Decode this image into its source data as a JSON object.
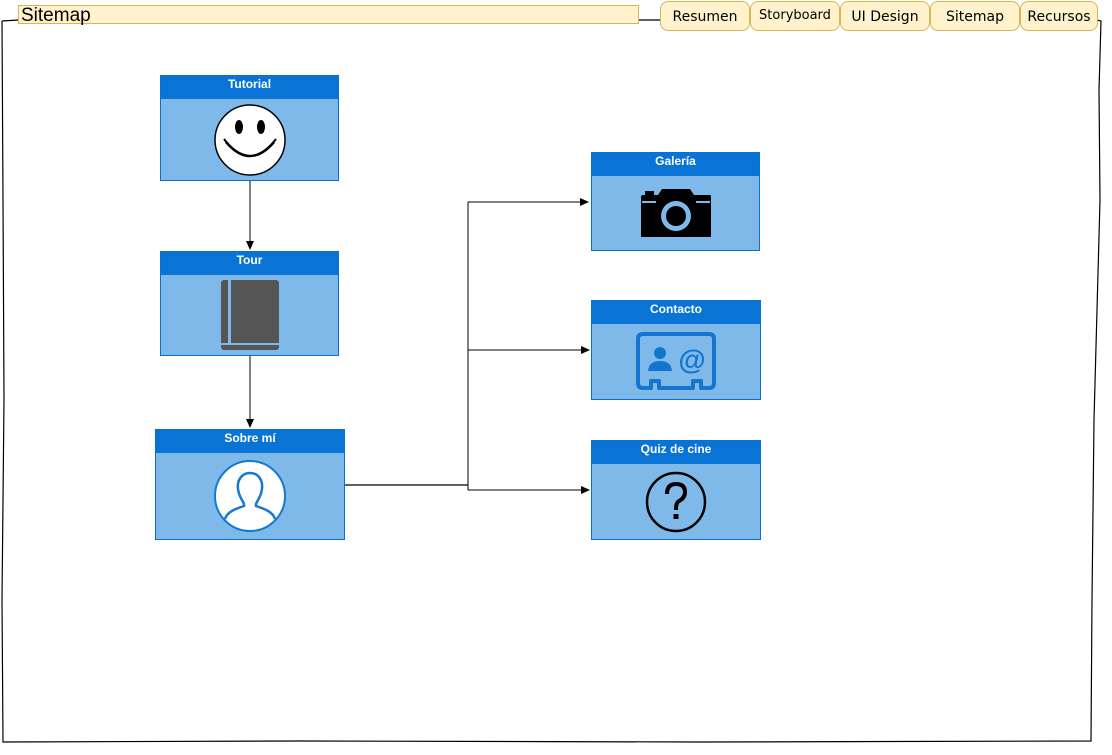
{
  "page_title": "Sitemap",
  "tabs": [
    {
      "label": "Resumen"
    },
    {
      "label": "Storyboard"
    },
    {
      "label": "UI Design"
    },
    {
      "label": "Sitemap"
    },
    {
      "label": "Recursos"
    }
  ],
  "nodes": {
    "tutorial": {
      "label": "Tutorial",
      "icon": "smiley-icon"
    },
    "tour": {
      "label": "Tour",
      "icon": "book-icon"
    },
    "sobre_mi": {
      "label": "Sobre mí",
      "icon": "user-profile-icon"
    },
    "galeria": {
      "label": "Galería",
      "icon": "camera-icon"
    },
    "contacto": {
      "label": "Contacto",
      "icon": "contact-card-icon"
    },
    "quiz": {
      "label": "Quiz de cine",
      "icon": "question-icon"
    }
  },
  "edges": [
    {
      "from": "Tutorial",
      "to": "Tour"
    },
    {
      "from": "Tour",
      "to": "Sobre mí"
    },
    {
      "from": "Sobre mí",
      "to": "Galería"
    },
    {
      "from": "Sobre mí",
      "to": "Contacto"
    },
    {
      "from": "Sobre mí",
      "to": "Quiz de cine"
    }
  ],
  "colors": {
    "node_fill": "#7fb9ea",
    "node_header": "#0a74d6",
    "tab_fill": "#fff2cc",
    "tab_border": "#d6b656"
  }
}
